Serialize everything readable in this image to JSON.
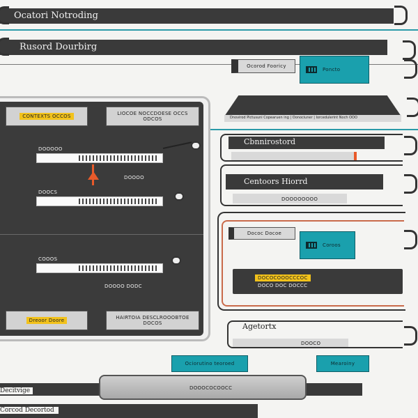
{
  "header": {
    "title_top": "Ocatori Notroding",
    "title_second": "Rusord Dourbirg"
  },
  "top_right": {
    "small_button_label": "Ocorod Fooricy",
    "teal_button_label": "Poncto",
    "wide_bar_label": "Dnovirod Pictusuni Copearuen ing | Oonociuner | Iorcedulerint Noch OOO",
    "teal_color": "#1a9aa6"
  },
  "left_panel": {
    "top_left_tag": "CONTEXTS OCCOS",
    "top_right_box": "LIOCOE NOCCDOESE OCCS ODCOS",
    "slot1_label": "DOOOOO",
    "slot2_label": "DOOCS",
    "slot3_label": "COOOS",
    "mid_caption": "DOOOO",
    "bottom_caption": "DOOOO DODC",
    "bottom_left_tag": "Dreoor Doore",
    "bottom_right_box": "HAIRTOIA DESCLROOOBTOE DOCOS"
  },
  "right_side": {
    "section1_title": "Cbnnirostord",
    "section2_title": "Centoors Hiorrd",
    "section2_caption": "DOOOOOOOO",
    "nested_small_label": "Dococ Docoe",
    "teal_inner_label": "Coroos",
    "yellow_bar_label": "DOCOCOOOCCCOC",
    "yellow_sub_label": "DOCO DOC DOCCC",
    "section3_title": "Agetortx",
    "section3_caption": "DOOCO"
  },
  "bottom": {
    "teal_left_label": "Ociorutino teoroed",
    "teal_right_label": "Mearoiny",
    "long_bar_label": "DOOOCOCOOCC",
    "left_label_1": "Decitvige",
    "left_label_2": "Corcod Decortod"
  }
}
